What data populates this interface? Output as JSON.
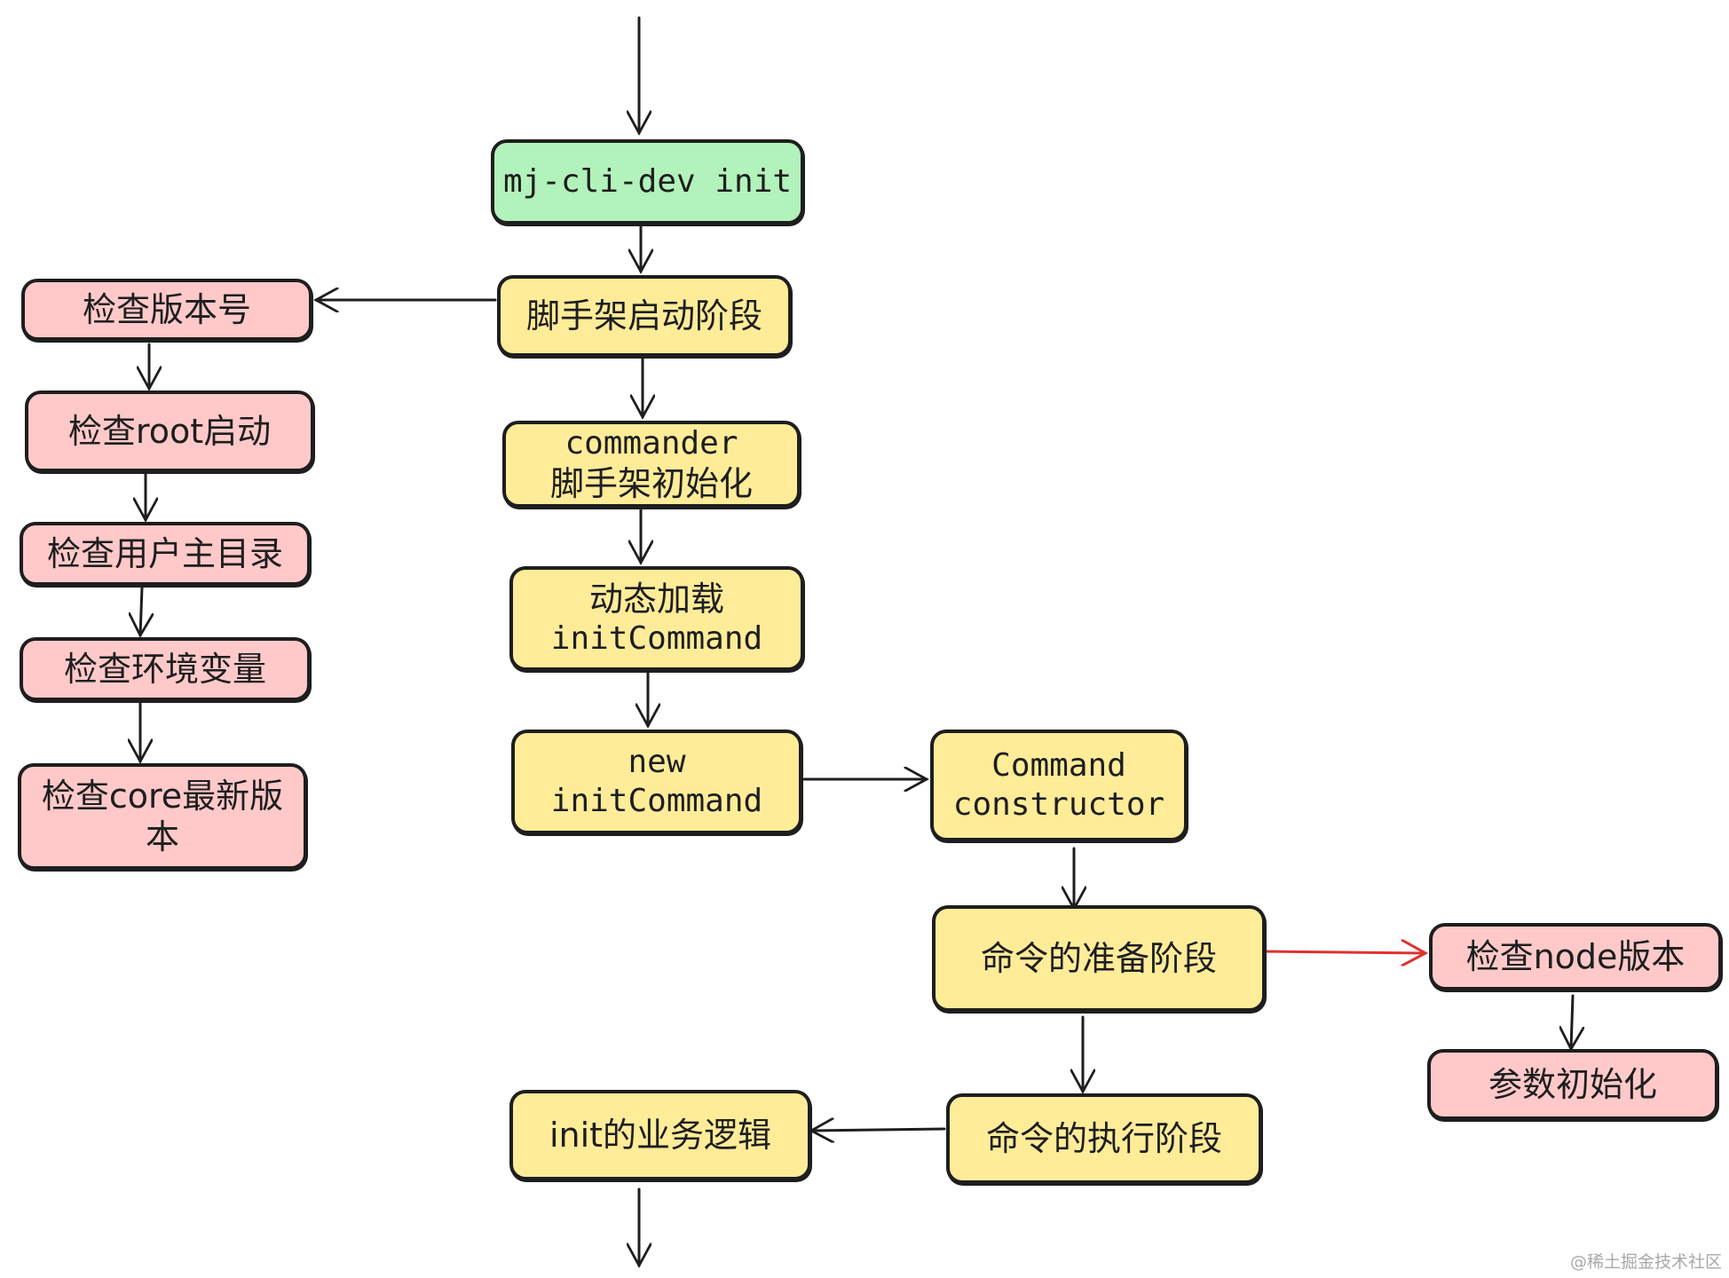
{
  "nodes": {
    "init_cmd": "mj-cli-dev init",
    "startup_phase": "脚手架启动阶段",
    "commander_init": [
      "commander",
      "脚手架初始化"
    ],
    "dynamic_load": [
      "动态加载",
      "initCommand"
    ],
    "new_init": [
      "new",
      "initCommand"
    ],
    "command_ctor": [
      "Command",
      "constructor"
    ],
    "prepare_phase": "命令的准备阶段",
    "exec_phase": "命令的执行阶段",
    "init_logic": "init的业务逻辑",
    "check_version": "检查版本号",
    "check_root": "检查root启动",
    "check_home": "检查用户主目录",
    "check_env": "检查环境变量",
    "check_core": [
      "检查core最新版",
      "本"
    ],
    "check_node": "检查node版本",
    "param_init": "参数初始化"
  },
  "colors": {
    "start_fill": "#b2f2bb",
    "phase_fill": "#ffec99",
    "check_fill": "#ffc9c9",
    "stroke": "#1e1e1e",
    "highlight_arrow": "#e03131"
  },
  "watermark": "@稀土掘金技术社区"
}
